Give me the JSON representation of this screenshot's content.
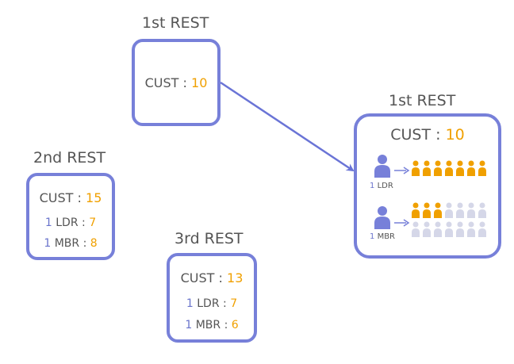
{
  "colors": {
    "border": "#7780d9",
    "accent": "#f0a000",
    "text": "#555555",
    "inactive": "#d5d7e8",
    "one": "#6a74cc"
  },
  "rest1": {
    "title": "1st REST",
    "cust_label": "CUST :",
    "cust_value": "10"
  },
  "rest2": {
    "title": "2nd REST",
    "cust_label": "CUST :",
    "cust_value": "15",
    "ldr_count": "1",
    "ldr_label": "LDR :",
    "ldr_value": "7",
    "mbr_count": "1",
    "mbr_label": "MBR :",
    "mbr_value": "8"
  },
  "rest3": {
    "title": "3rd REST",
    "cust_label": "CUST :",
    "cust_value": "13",
    "ldr_count": "1",
    "ldr_label": "LDR :",
    "ldr_value": "7",
    "mbr_count": "1",
    "mbr_label": "MBR :",
    "mbr_value": "6"
  },
  "detail": {
    "title": "1st REST",
    "cust_label": "CUST :",
    "cust_value": "10",
    "ldr": {
      "count": "1",
      "label": "LDR",
      "served": 7,
      "capacity": 7
    },
    "mbr": {
      "count": "1",
      "label": "MBR",
      "served": 3,
      "capacity": 14
    }
  }
}
